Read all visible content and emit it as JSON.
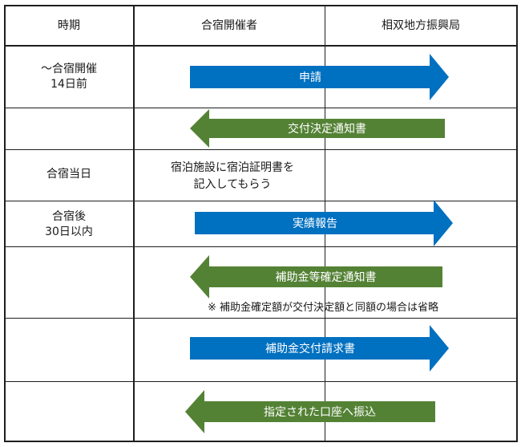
{
  "header": {
    "period": "時期",
    "organizer": "合宿開催者",
    "bureau": "相双地方振興局"
  },
  "colors": {
    "forward_arrow": "#0070C0",
    "return_arrow": "#548235",
    "border": "#1e1e1e"
  },
  "rows": [
    {
      "stage": "〜合宿開催\n14日前",
      "arrow": "申請",
      "direction": "right",
      "arrow_color": "blue"
    },
    {
      "stage": "",
      "arrow": "交付決定通知書",
      "direction": "left",
      "arrow_color": "green"
    },
    {
      "stage": "合宿当日",
      "note": "宿泊施設に宿泊証明書を\n記入してもらう"
    },
    {
      "stage": "合宿後\n30日以内",
      "arrow": "実績報告",
      "direction": "right",
      "arrow_color": "blue"
    },
    {
      "stage": "",
      "arrow": "補助金等確定通知書",
      "direction": "left",
      "arrow_color": "green",
      "remark": "※ 補助金確定額が交付決定額と同額の場合は省略"
    },
    {
      "stage": "",
      "arrow": "補助金交付請求書",
      "direction": "right",
      "arrow_color": "blue"
    },
    {
      "stage": "",
      "arrow": "指定された口座へ振込",
      "direction": "left",
      "arrow_color": "green"
    }
  ]
}
